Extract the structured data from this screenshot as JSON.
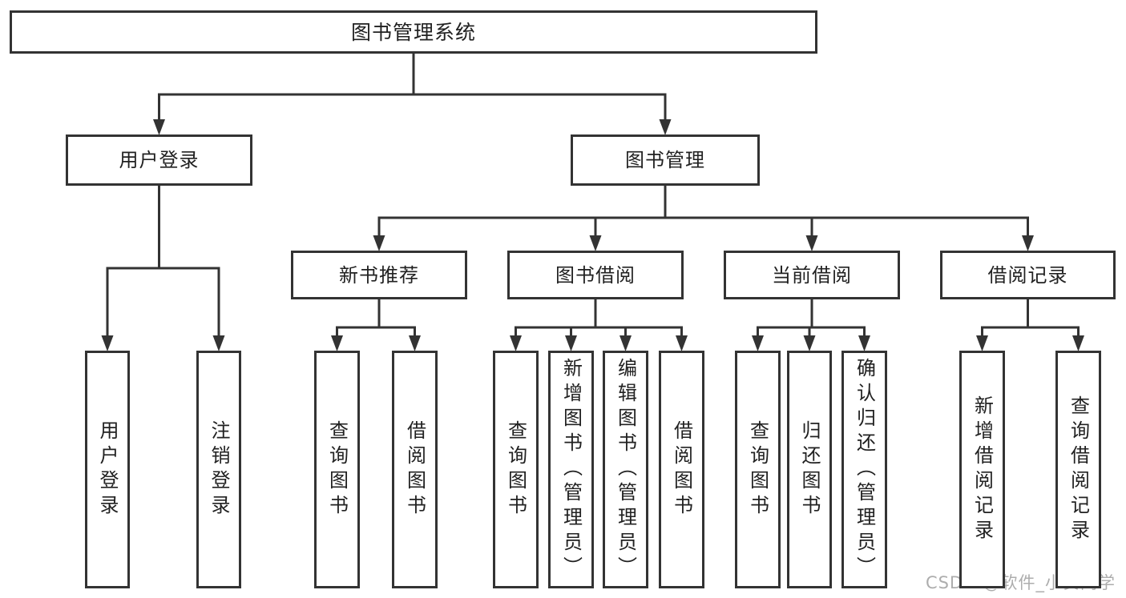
{
  "diagram": {
    "title": "图书管理系统",
    "nodes": [
      {
        "id": "root",
        "label": "图书管理系统",
        "orientation": "h"
      },
      {
        "id": "user-login",
        "label": "用户登录",
        "orientation": "h"
      },
      {
        "id": "book-mgmt",
        "label": "图书管理",
        "orientation": "h"
      },
      {
        "id": "new-book",
        "label": "新书推荐",
        "orientation": "h"
      },
      {
        "id": "book-borrow",
        "label": "图书借阅",
        "orientation": "h"
      },
      {
        "id": "current-borrow",
        "label": "当前借阅",
        "orientation": "h"
      },
      {
        "id": "borrow-record",
        "label": "借阅记录",
        "orientation": "h"
      },
      {
        "id": "leaf-user-login",
        "label": "用户登录",
        "orientation": "v"
      },
      {
        "id": "leaf-logout",
        "label": "注销登录",
        "orientation": "v"
      },
      {
        "id": "leaf-nb-query",
        "label": "查询图书",
        "orientation": "v"
      },
      {
        "id": "leaf-nb-borrow",
        "label": "借阅图书",
        "orientation": "v"
      },
      {
        "id": "leaf-bb-query",
        "label": "查询图书",
        "orientation": "v"
      },
      {
        "id": "leaf-bb-add",
        "label": "新增图书（管理员）",
        "orientation": "v"
      },
      {
        "id": "leaf-bb-edit",
        "label": "编辑图书（管理员）",
        "orientation": "v"
      },
      {
        "id": "leaf-bb-borrow",
        "label": "借阅图书",
        "orientation": "v"
      },
      {
        "id": "leaf-cb-query",
        "label": "查询图书",
        "orientation": "v"
      },
      {
        "id": "leaf-cb-return",
        "label": "归还图书",
        "orientation": "v"
      },
      {
        "id": "leaf-cb-confirm",
        "label": "确认归还（管理员）",
        "orientation": "v"
      },
      {
        "id": "leaf-br-add",
        "label": "新增借阅记录",
        "orientation": "v"
      },
      {
        "id": "leaf-br-query",
        "label": "查询借阅记录",
        "orientation": "v"
      }
    ],
    "edges": [
      {
        "from": "root",
        "to": [
          "user-login",
          "book-mgmt"
        ]
      },
      {
        "from": "user-login",
        "to": [
          "leaf-user-login",
          "leaf-logout"
        ]
      },
      {
        "from": "book-mgmt",
        "to": [
          "new-book",
          "book-borrow",
          "current-borrow",
          "borrow-record"
        ]
      },
      {
        "from": "new-book",
        "to": [
          "leaf-nb-query",
          "leaf-nb-borrow"
        ]
      },
      {
        "from": "book-borrow",
        "to": [
          "leaf-bb-query",
          "leaf-bb-add",
          "leaf-bb-edit",
          "leaf-bb-borrow"
        ]
      },
      {
        "from": "current-borrow",
        "to": [
          "leaf-cb-query",
          "leaf-cb-return",
          "leaf-cb-confirm"
        ]
      },
      {
        "from": "borrow-record",
        "to": [
          "leaf-br-add",
          "leaf-br-query"
        ]
      }
    ]
  },
  "watermark": {
    "text": "CSDN @软件_小贺同学"
  },
  "colors": {
    "line": "#333333",
    "text": "#212121",
    "background": "#ffffff",
    "watermark": "#9f9f9f"
  }
}
